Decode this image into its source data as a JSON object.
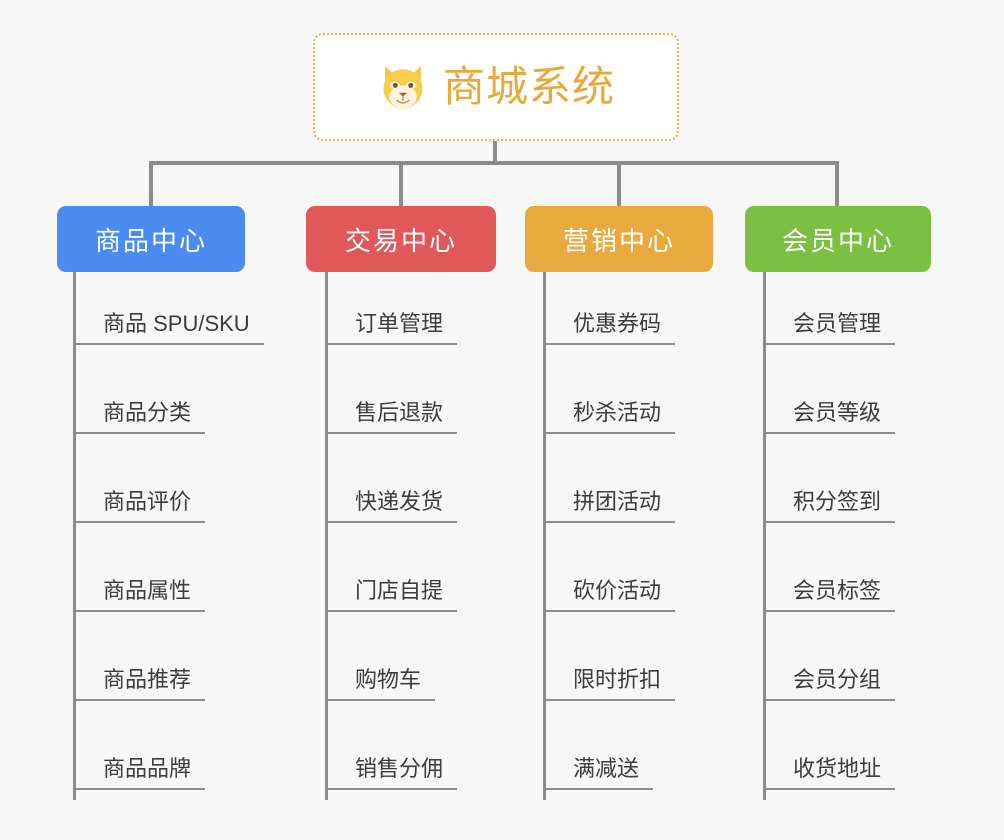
{
  "diagram": {
    "title": "商城系统",
    "root_icon": "shiba-inu-dog-face-icon",
    "background_color": "#f7f7f7",
    "accent_color": "#e8a93c",
    "connector_color": "#8c8c8c",
    "columns": [
      {
        "header": "商品中心",
        "color": "#4a8cf0",
        "items": [
          "商品 SPU/SKU",
          "商品分类",
          "商品评价",
          "商品属性",
          "商品推荐",
          "商品品牌"
        ]
      },
      {
        "header": "交易中心",
        "color": "#e0585a",
        "items": [
          "订单管理",
          "售后退款",
          "快递发货",
          "门店自提",
          "购物车",
          "销售分佣"
        ]
      },
      {
        "header": "营销中心",
        "color": "#eaa93f",
        "items": [
          "优惠券码",
          "秒杀活动",
          "拼团活动",
          "砍价活动",
          "限时折扣",
          "满减送"
        ]
      },
      {
        "header": "会员中心",
        "color": "#78c council",
        "items": [
          "会员管理",
          "会员等级",
          "积分签到",
          "会员标签",
          "会员分组",
          "收货地址"
        ]
      }
    ]
  }
}
